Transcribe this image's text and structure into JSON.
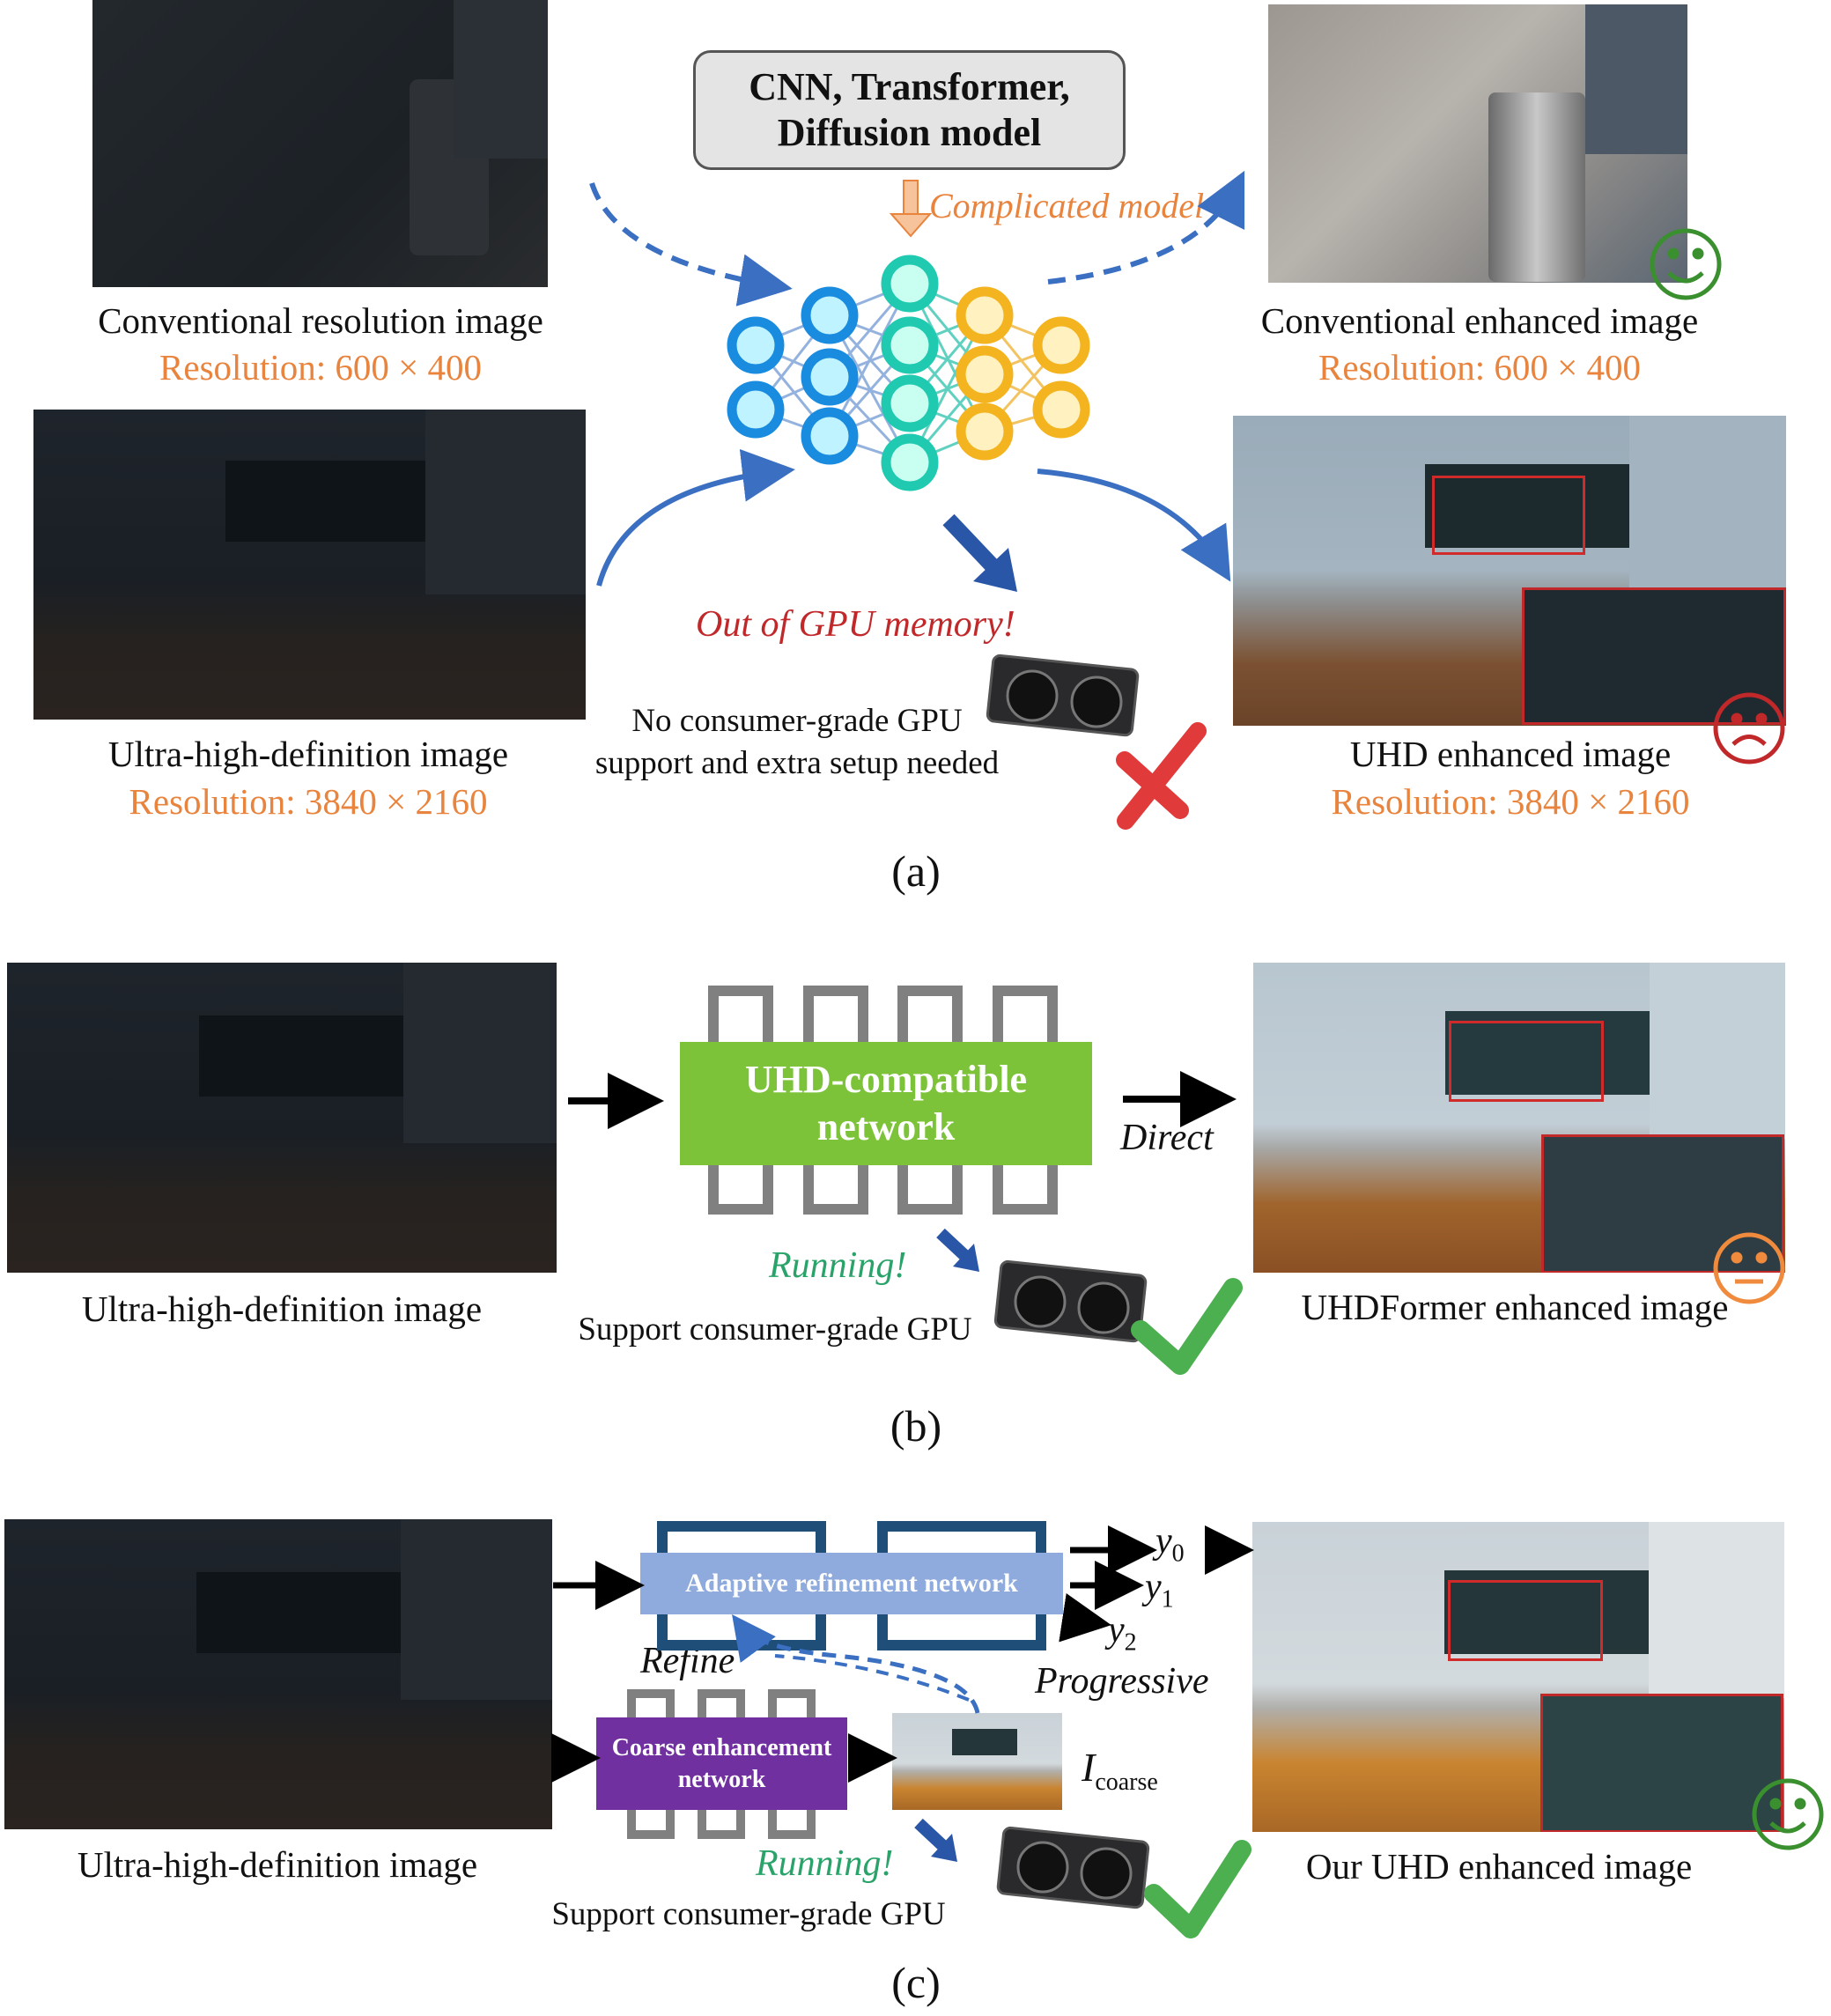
{
  "panel_a": {
    "label": "(a)",
    "input_small_caption": "Conventional resolution image",
    "input_small_resolution": "Resolution: 600 × 400",
    "input_uhd_caption": "Ultra-high-definition image",
    "input_uhd_resolution": "Resolution: 3840 × 2160",
    "model_box_line1": "CNN, Transformer,",
    "model_box_line2": "Diffusion model",
    "complicated_label": "Complicated model",
    "gpu_error": "Out of GPU memory!",
    "gpu_note_line1": "No consumer-grade GPU",
    "gpu_note_line2": "support and extra setup needed",
    "output_small_caption": "Conventional enhanced image",
    "output_small_resolution": "Resolution: 600 × 400",
    "output_uhd_caption": "UHD enhanced image",
    "output_uhd_resolution": "Resolution: 3840 × 2160"
  },
  "panel_b": {
    "label": "(b)",
    "input_caption": "Ultra-high-definition image",
    "network_line1": "UHD-compatible",
    "network_line2": "network",
    "direct_label": "Direct",
    "running_label": "Running!",
    "gpu_support": "Support consumer-grade GPU",
    "output_caption": "UHDFormer enhanced image"
  },
  "panel_c": {
    "label": "(c)",
    "input_caption": "Ultra-high-definition image",
    "refine_network": "Adaptive refinement network",
    "coarse_network_line1": "Coarse enhancement",
    "coarse_network_line2": "network",
    "refine_label": "Refine",
    "progressive_label": "Progressive",
    "outputs": [
      "y",
      "y",
      "y"
    ],
    "output_subscripts": [
      "0",
      "1",
      "2"
    ],
    "coarse_symbol": "I",
    "coarse_subscript": "coarse",
    "running_label": "Running!",
    "gpu_support": "Support consumer-grade GPU",
    "output_caption": "Our UHD enhanced image"
  },
  "colors": {
    "orange_text": "#e8843e",
    "error_red": "#c0282a",
    "running_green": "#2aa36a",
    "arrow_blue": "#3a6fc2",
    "uhd_network_green": "#7cc33a",
    "refine_blue": "#8faadc",
    "coarse_purple": "#7030a0",
    "smile_green": "#3a8f2e",
    "frown_red": "#c0282a",
    "neutral_orange": "#f08a3c"
  }
}
